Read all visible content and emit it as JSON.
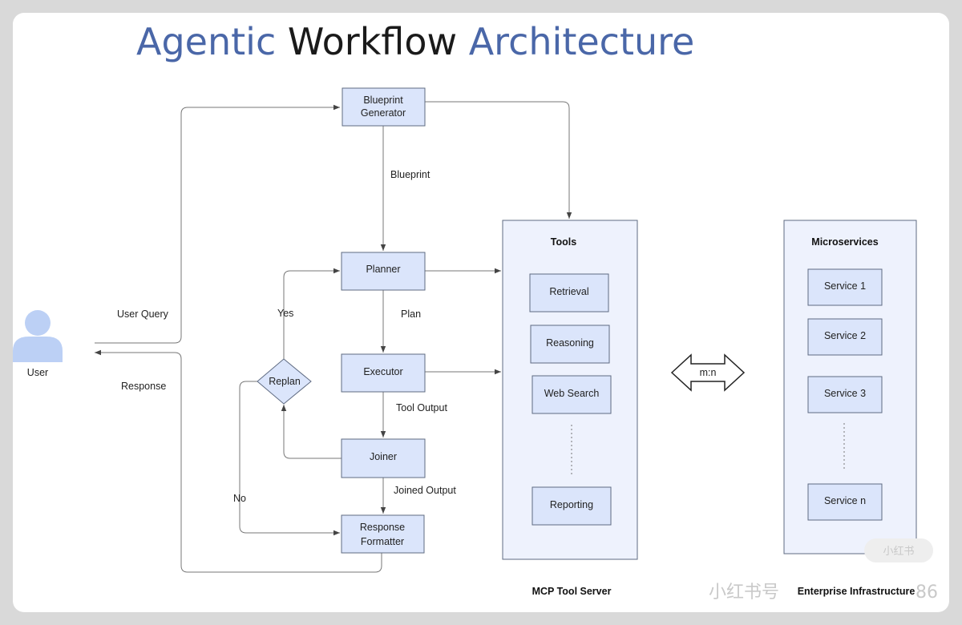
{
  "title": {
    "part1": "Agentic",
    "part2": "Workflow",
    "part3": "Architecture"
  },
  "colors": {
    "accent": "#4a67a8",
    "dark": "#1a1a1a",
    "node_fill": "#dbe5fb",
    "panel_fill": "#eef2fd",
    "stroke": "#5f6b82"
  },
  "user": {
    "icon": "user-icon",
    "label": "User"
  },
  "nodes": {
    "blueprint_generator": [
      "Blueprint",
      "Generator"
    ],
    "planner": "Planner",
    "executor": "Executor",
    "joiner": "Joiner",
    "response_formatter": [
      "Response",
      "Formatter"
    ],
    "replan": "Replan"
  },
  "edge_labels": {
    "blueprint": "Blueprint",
    "plan": "Plan",
    "tool_output": "Tool Output",
    "joined_output": "Joined Output",
    "user_query": "User Query",
    "response": "Response",
    "yes": "Yes",
    "no": "No"
  },
  "tools_panel": {
    "header": "Tools",
    "items": [
      "Retrieval",
      "Reasoning",
      "Web Search",
      "Reporting"
    ],
    "caption": "MCP Tool Server"
  },
  "microservices_panel": {
    "header": "Microservices",
    "items": [
      "Service 1",
      "Service 2",
      "Service 3",
      "Service  n"
    ],
    "caption": "Enterprise Infrastructure"
  },
  "relation": {
    "label": "m:n",
    "icon": "double-arrow-icon"
  },
  "watermark": {
    "text": "小红书号",
    "number": "86",
    "badge": "小红书"
  }
}
